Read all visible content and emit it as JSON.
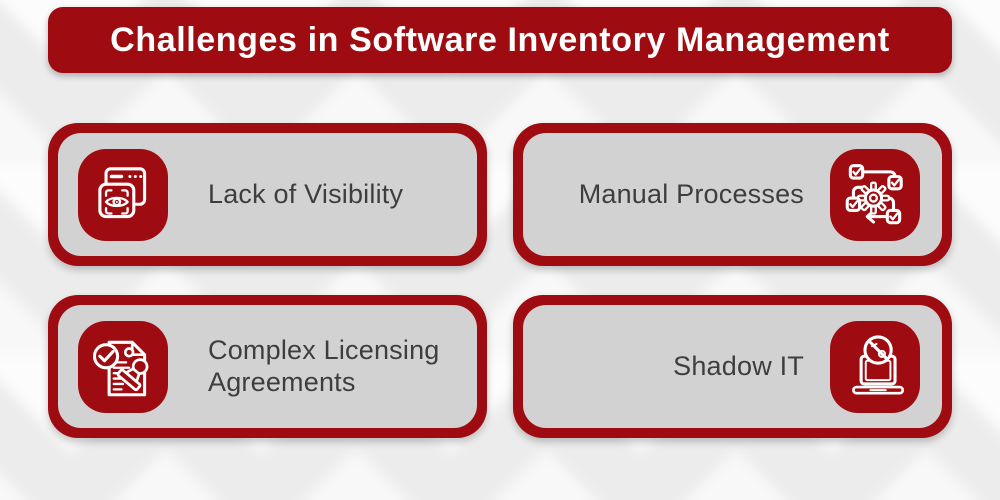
{
  "title": {
    "text": "Challenges in Software Inventory Management"
  },
  "cards": [
    {
      "id": "lack-of-visibility",
      "label": "Lack of Visibility",
      "icon": "browser-eye-scan-icon",
      "icon_side": "left"
    },
    {
      "id": "manual-processes",
      "label": "Manual Processes",
      "icon": "workflow-gear-checklist-icon",
      "icon_side": "right"
    },
    {
      "id": "complex-licensing-agreements",
      "label": "Complex Licensing Agreements",
      "icon": "license-document-stamp-icon",
      "icon_side": "left"
    },
    {
      "id": "shadow-it",
      "label": "Shadow IT",
      "icon": "laptop-blocked-icon",
      "icon_side": "right"
    }
  ],
  "colors": {
    "primary_red": "#9E0C11",
    "panel_gray": "#D2D2D2",
    "label_text": "#3E3E3E",
    "title_text": "#FFFFFF",
    "background": "#EDEDED"
  }
}
